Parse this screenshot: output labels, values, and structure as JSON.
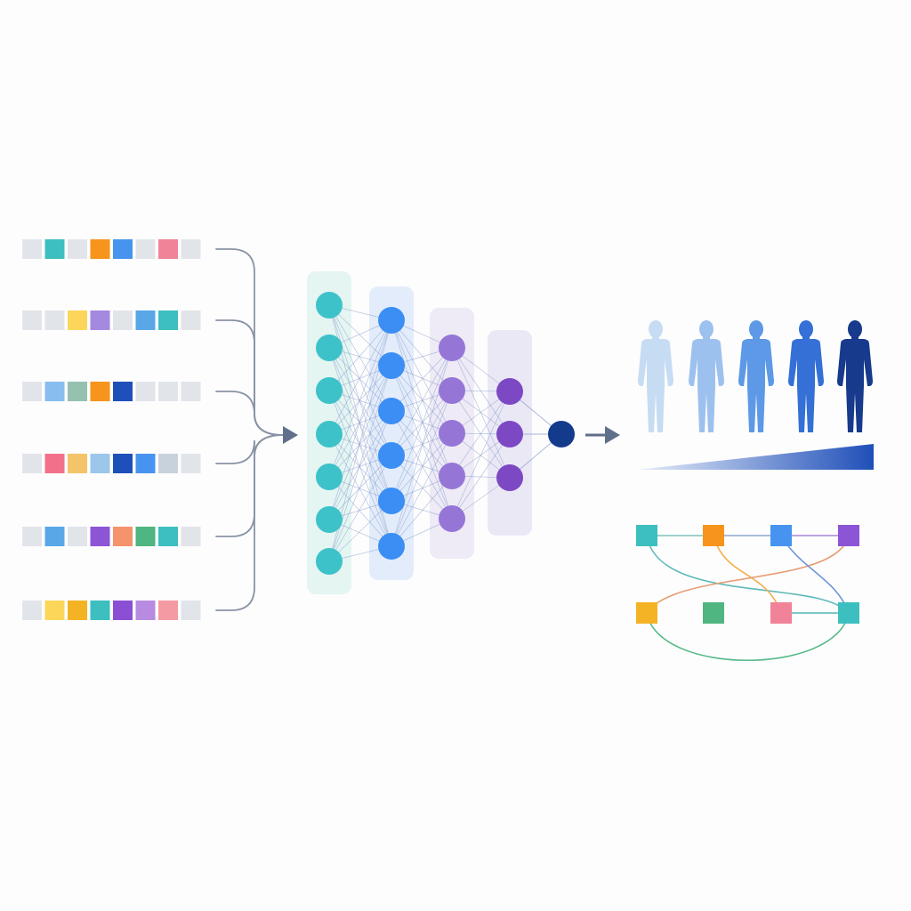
{
  "palette": {
    "empty": "#e1e5ea",
    "teal": "#3dbfc0",
    "orange": "#f6941c",
    "blue": "#4794f0",
    "pink": "#f08397",
    "yellow": "#fbd65a",
    "lavender": "#a588e0",
    "sky": "#5aa7e8",
    "lightblue": "#86bef0",
    "sage": "#95c1b1",
    "navy": "#1f4fb8",
    "salmon": "#f2708a",
    "sand": "#f3c469",
    "paleblue": "#9cc6ea",
    "grayblue": "#c8d2dc",
    "purple": "#8c55d6",
    "coral": "#f4936c",
    "green": "#4fb581",
    "gold": "#f4b324",
    "violet": "#8b4fd3",
    "mauve": "#b78ce0",
    "rose": "#f49aa3",
    "connector": "#8993a5",
    "arrow": "#60708a",
    "edge": "#8097c8",
    "output": "#143a8c",
    "heading": "#1e3f98"
  },
  "sequences": [
    [
      "empty",
      "teal",
      "empty",
      "orange",
      "blue",
      "empty",
      "pink",
      "empty"
    ],
    [
      "empty",
      "empty",
      "yellow",
      "lavender",
      "empty",
      "sky",
      "teal",
      "empty"
    ],
    [
      "empty",
      "lightblue",
      "sage",
      "orange",
      "navy",
      "empty",
      "empty",
      "empty"
    ],
    [
      "empty",
      "salmon",
      "sand",
      "paleblue",
      "navy",
      "blue",
      "grayblue",
      "empty"
    ],
    [
      "empty",
      "sky",
      "empty",
      "purple",
      "coral",
      "green",
      "teal",
      "empty"
    ],
    [
      "empty",
      "yellow",
      "gold",
      "teal",
      "violet",
      "mauve",
      "rose",
      "empty"
    ]
  ],
  "network": {
    "layers": [
      {
        "nodes": 7,
        "node_color": "#3dc2c9",
        "panel_color": "#e4f5f2"
      },
      {
        "nodes": 6,
        "node_color": "#3a8ef4",
        "panel_color": "#e3ecfa"
      },
      {
        "nodes": 5,
        "node_color": "#9576d6",
        "panel_color": "#eeeaf6"
      },
      {
        "nodes": 3,
        "node_color": "#7d48c4",
        "panel_color": "#ebe8f6"
      }
    ],
    "output_nodes": 1
  },
  "population": {
    "figures": 5,
    "colors": [
      "#c6dcf3",
      "#9dc1ee",
      "#5d99e6",
      "#3470d6",
      "#173a8c"
    ],
    "gradient": [
      "#e7eefa",
      "#1f4fb8"
    ]
  },
  "graph": {
    "nodes": [
      "teal",
      "orange",
      "blue",
      "purple",
      "gold",
      "green",
      "pink",
      "teal"
    ],
    "edges": [
      {
        "from": 0,
        "to": 1,
        "color": "#7fc4c0"
      },
      {
        "from": 1,
        "to": 2,
        "color": "#8fa7cf"
      },
      {
        "from": 2,
        "to": 3,
        "color": "#a887d6"
      },
      {
        "from": 0,
        "to": 7,
        "color": "#5fb8b9"
      },
      {
        "from": 1,
        "to": 6,
        "color": "#f0b04a"
      },
      {
        "from": 4,
        "to": 3,
        "color": "#e79f77"
      },
      {
        "from": 2,
        "to": 7,
        "color": "#6f95dc"
      },
      {
        "from": 6,
        "to": 7,
        "color": "#52b7b6"
      },
      {
        "from": 4,
        "to": 7,
        "color": "#55b987"
      }
    ]
  }
}
